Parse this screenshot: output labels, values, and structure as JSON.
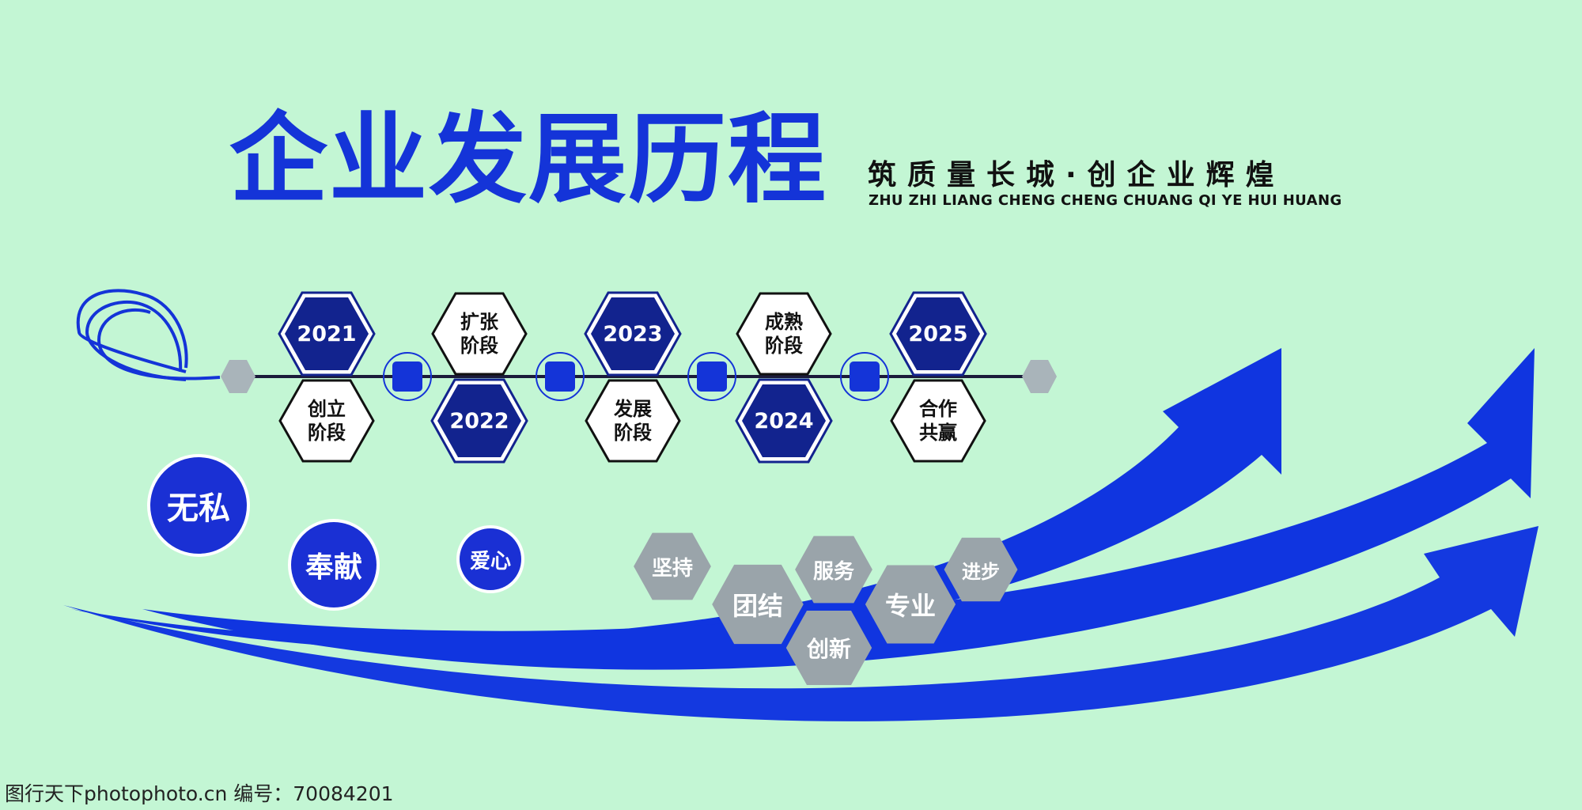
{
  "header": {
    "title": "企业发展历程",
    "slogan": "筑质量长城·创企业辉煌",
    "pinyin": "ZHU ZHI LIANG CHENG CHENG CHUANG QI YE HUI HUANG"
  },
  "timeline": {
    "years": [
      "2021",
      "2022",
      "2023",
      "2024",
      "2025"
    ],
    "stages": [
      "创立\n阶段",
      "扩张\n阶段",
      "发展\n阶段",
      "成熟\n阶段",
      "合作\n共赢"
    ]
  },
  "circles": {
    "c1": "无私",
    "c2": "奉献",
    "c3": "爱心"
  },
  "values": {
    "v1": "坚持",
    "v2": "团结",
    "v3": "服务",
    "v4": "创新",
    "v5": "专业",
    "v6": "进步"
  },
  "footer": {
    "watermark": "图行天下photophoto.cn  编号：70084201"
  },
  "colors": {
    "background": "#c3f6d4",
    "brand_blue": "#1434d8",
    "hex_navy": "#12238e",
    "value_gray": "#9aa4aa"
  }
}
